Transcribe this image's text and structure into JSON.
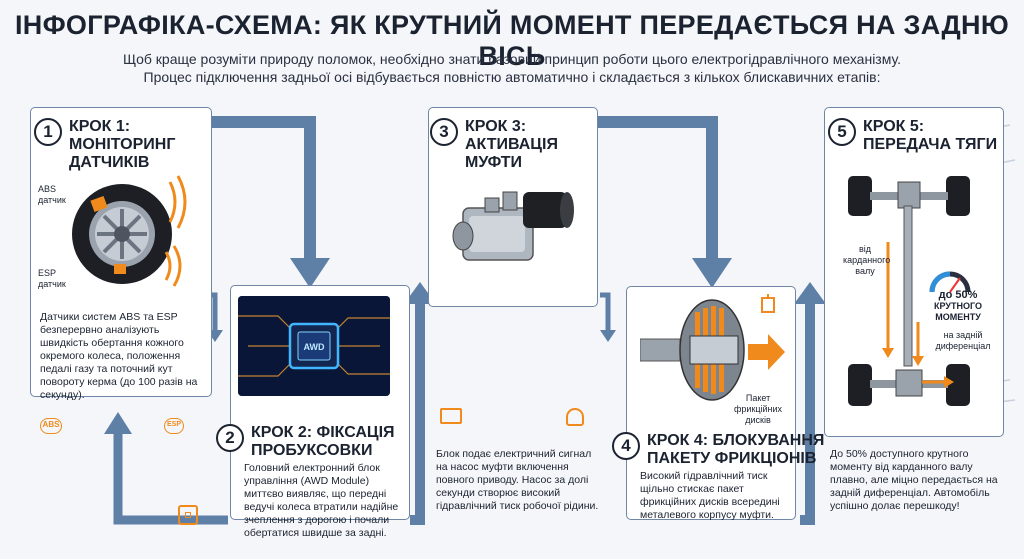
{
  "header": {
    "title": "ІНФОГРАФІКА-СХЕМА: ЯК КРУТНИЙ МОМЕНТ ПЕРЕДАЄТЬСЯ НА ЗАДНЮ ВІСЬ",
    "subtitle_line1": "Щоб краще розуміти природу поломок, необхідно знати базовий принцип роботи цього електрогідравлічного механізму.",
    "subtitle_line2": "Процес підключення задньої осі відбувається повністю автоматично і складається з кількох блискавичних етапів:"
  },
  "steps": [
    {
      "number": "1",
      "title_line1": "КРОК 1:",
      "title_line2": "МОНІТОРИНГ",
      "title_line3": "ДАТЧИКІВ",
      "label_abs": "ABS",
      "label_abs2": "датчик",
      "label_esp": "ESP",
      "label_esp2": "датчик",
      "description": "Датчики систем ABS та ESP безперервно аналізують швидкість обертання кожного окремого колеса, положення педалі газу та поточний кут повороту керма (до 100 разів на секунду).",
      "icon_abs_text": "ABS",
      "icon_esp_text": "ESP"
    },
    {
      "number": "2",
      "title_line1": "КРОК 2: ФІКСАЦІЯ",
      "title_line2": "ПРОБУКСОВКИ",
      "chip_text": "AWD",
      "description": "Головний електронний блок управління (AWD Module) миттєво виявляє, що передні ведучі колеса втратили надійне зчеплення з дорогою і почали обертатися швидше за задні."
    },
    {
      "number": "3",
      "title_line1": "КРОК 3:",
      "title_line2": "АКТИВАЦІЯ",
      "title_line3": "МУФТИ",
      "description": "Блок подає електричний сигнал на насос муфти включення повного приводу. Насос за долі секунди створює високий гідравлічний тиск робочої рідини."
    },
    {
      "number": "4",
      "title_line1": "КРОК 4: БЛОКУВАННЯ",
      "title_line2": "ПАКЕТУ ФРИКЦІОНІВ",
      "label_pack1": "Пакет",
      "label_pack2": "фрикційних",
      "label_pack3": "дисків",
      "description": "Високий гідравлічний тиск щільно стискає пакет фрикційних дисків всередині металевого корпусу муфти."
    },
    {
      "number": "5",
      "title_line1": "КРОК 5:",
      "title_line2": "ПЕРЕДАЧА ТЯГИ",
      "label_from1": "від",
      "label_from2": "карданного",
      "label_from3": "валу",
      "label_pct1": "до 50%",
      "label_pct2": "КРУТНОГО",
      "label_pct3": "МОМЕНТУ",
      "label_diff1": "на задній",
      "label_diff2": "диференціал",
      "description": "До 50% доступного крутного моменту від карданного валу плавно, але міцно передається на задній диференціал. Автомобіль успішно долає перешкоду!"
    }
  ],
  "colors": {
    "arrow": "#5e7fa6",
    "accent_orange": "#f08a1c",
    "card_border": "#6f86a6",
    "chip_glow": "#3fb6ff"
  }
}
